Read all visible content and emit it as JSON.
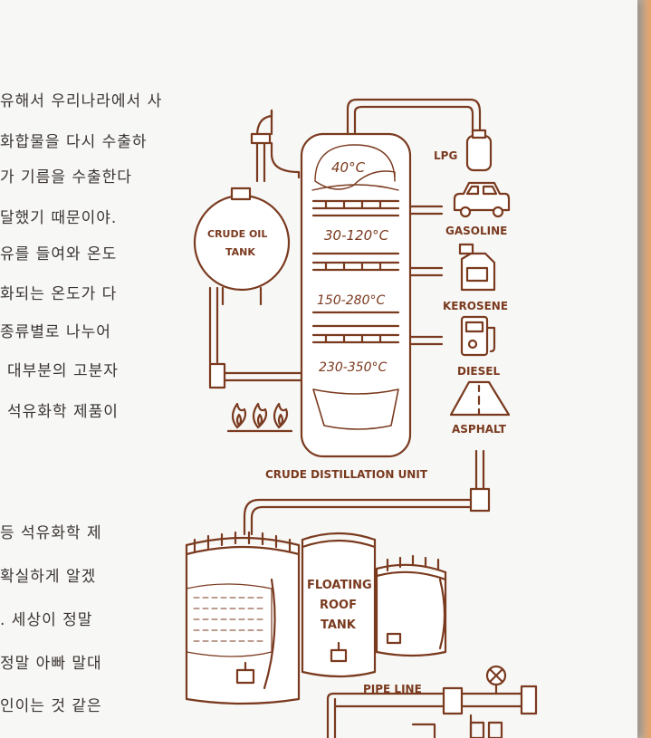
{
  "text_lines": [
    "유해서 우리나라에서 사",
    "화합물을 다시 수출하",
    "가 기름을 수출한다",
    "달했기 때문이야.",
    "유를 들여와 온도",
    "화되는 온도가 다",
    "종류별로 나누어",
    "대부분의 고분자",
    "석유화학 제품이",
    "등 석유화학 제",
    "확실하게 알겠",
    ". 세상이 정말",
    "정말 아빠 말대",
    "인이는 것 같은"
  ],
  "labels": {
    "crude_oil_tank_line1": "CRUDE OIL",
    "crude_oil_tank_line2": "TANK",
    "lpg": "LPG",
    "gasoline": "GASOLINE",
    "kerosene": "KEROSENE",
    "diesel": "DIESEL",
    "asphalt": "ASPHALT",
    "cdu": "CRUDE DISTILLATION UNIT",
    "floating_line1": "FLOATING",
    "floating_line2": "ROOF",
    "floating_line3": "TANK",
    "pipe_line": "PIPE LINE"
  },
  "temps": {
    "t1": "40°C",
    "t2": "30-120°C",
    "t3": "150-280°C",
    "t4": "230-350°C"
  },
  "colors": {
    "ink": "#7a3a1f",
    "page": "#f7f7f5",
    "text": "#3a3432",
    "fill": "#ffffff"
  }
}
